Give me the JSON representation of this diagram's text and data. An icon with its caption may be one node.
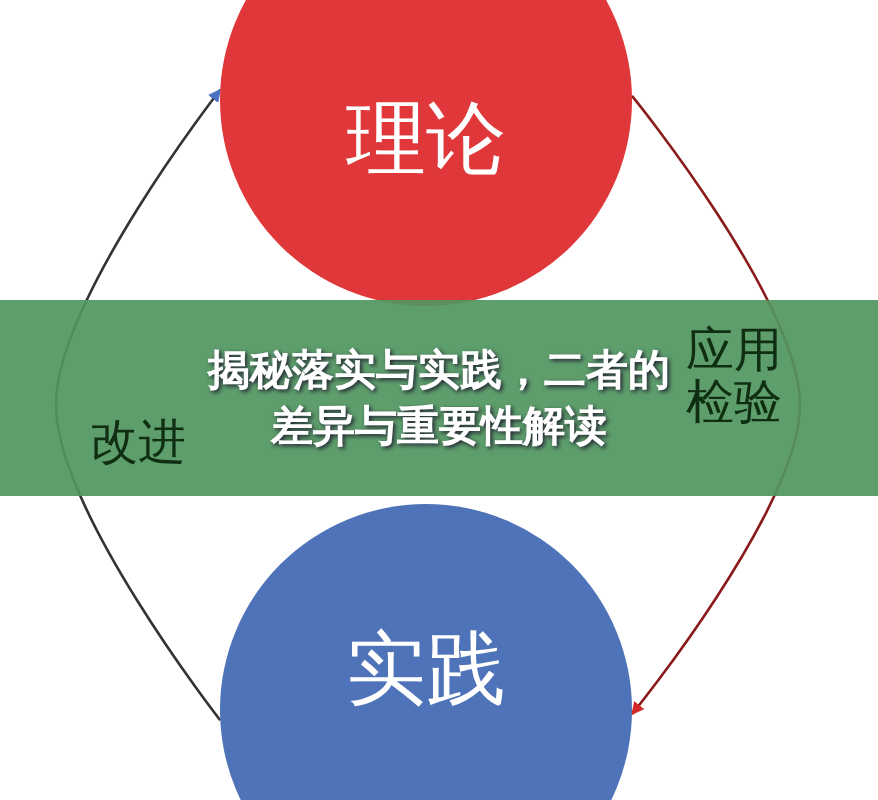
{
  "diagram": {
    "title": "揭秘落实与实践，二者的差异与重要性解读",
    "nodes": [
      {
        "text": [
          "理论"
        ]
      },
      {
        "text": [
          "实践"
        ]
      }
    ],
    "edges": [
      {
        "from": 1,
        "to": 0,
        "arrow": "to",
        "label": "改进",
        "color": "#333333"
      },
      {
        "from": 0,
        "to": 1,
        "arrow": "to",
        "label": "应用检验",
        "color": "#8b1a1a"
      }
    ]
  }
}
